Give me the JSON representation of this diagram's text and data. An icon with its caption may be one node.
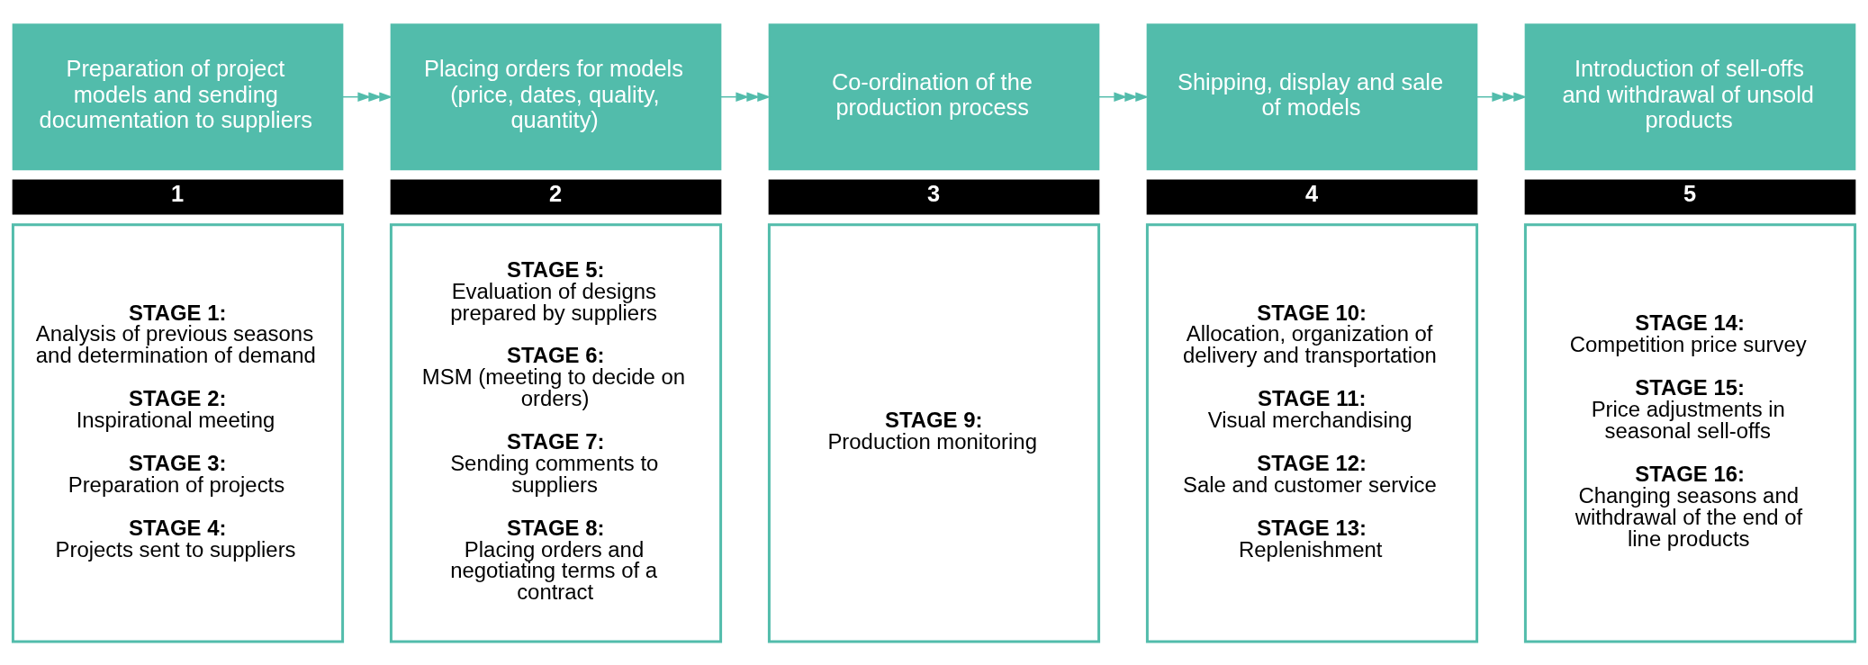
{
  "diagram": {
    "nodes": [
      {
        "text": [
          "Preparation of project models and sending documentation to suppliers"
        ]
      },
      {
        "text": [
          "Placing orders for models (price, dates, quality, quantity)"
        ]
      },
      {
        "text": [
          "Co-ordination of the production process"
        ]
      },
      {
        "text": [
          "Shipping, display and sale of models"
        ]
      },
      {
        "text": [
          "Introduction of sell-offs and withdrawal of unsold products"
        ]
      },
      {
        "text": [
          "1"
        ]
      },
      {
        "text": [
          "2"
        ]
      },
      {
        "text": [
          "3"
        ]
      },
      {
        "text": [
          "4"
        ]
      },
      {
        "text": [
          "5"
        ]
      },
      {
        "text": [
          "STAGE 1:",
          "Analysis of previous seasons and determination of demand",
          "STAGE 2:",
          "Inspirational meeting",
          "STAGE 3:",
          "Preparation of projects",
          "STAGE 4:",
          "Projects sent to suppliers"
        ]
      },
      {
        "text": [
          "STAGE 5:",
          "Evaluation of designs prepared by suppliers",
          "STAGE 6:",
          "MSM (meeting to decide on orders)",
          "STAGE 7:",
          "Sending comments to suppliers",
          "STAGE 8:",
          "Placing orders and negotiating terms of a contract"
        ]
      },
      {
        "text": [
          "STAGE 9:",
          "Production monitoring"
        ]
      },
      {
        "text": [
          "STAGE 10:",
          "Allocation, organization of delivery and transportation",
          "STAGE 11:",
          "Visual merchandising",
          "STAGE 12:",
          "Sale and customer service",
          "STAGE 13:",
          "Replenishment"
        ]
      },
      {
        "text": [
          "STAGE 14:",
          "Competition price survey",
          "STAGE 15:",
          "Price adjustments in seasonal sell-offs",
          "STAGE 16:",
          "Changing seasons and withdrawal of the end of line products"
        ]
      }
    ],
    "edges": [
      {
        "from": 0,
        "to": 1,
        "arrow": "to"
      },
      {
        "from": 1,
        "to": 2,
        "arrow": "to"
      },
      {
        "from": 2,
        "to": 3,
        "arrow": "to"
      },
      {
        "from": 3,
        "to": 4,
        "arrow": "to"
      }
    ]
  }
}
